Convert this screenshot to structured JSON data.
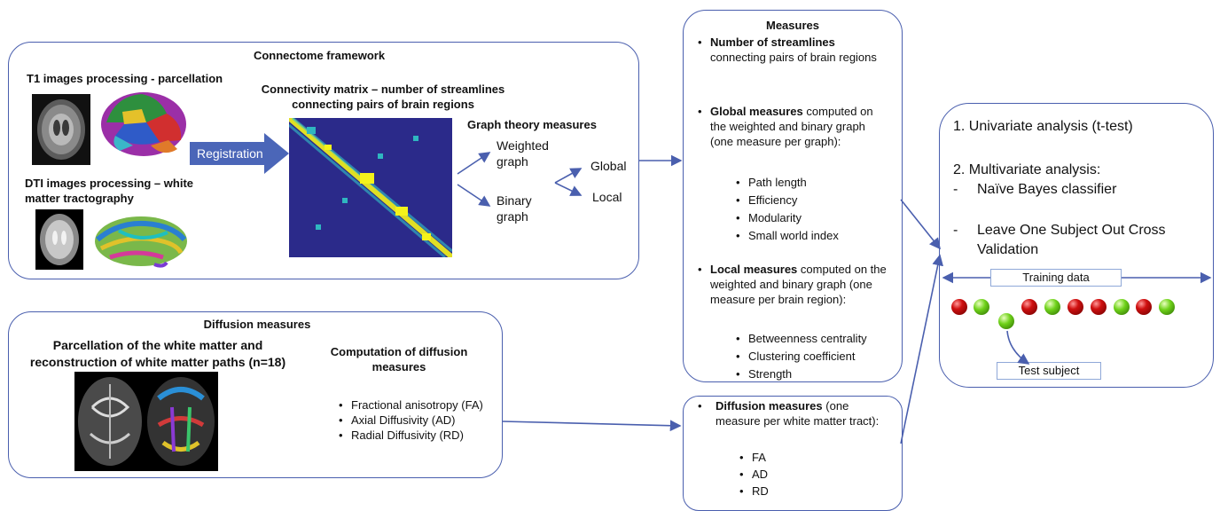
{
  "connectome": {
    "title": "Connectome framework",
    "t1_title": "T1 images processing - parcellation",
    "dti_title": "DTI images processing – white matter tractography",
    "registration": "Registration",
    "matrix_title": "Connectivity matrix – number of streamlines connecting pairs of brain regions",
    "graph_title": "Graph theory measures",
    "weighted": "Weighted graph",
    "binary": "Binary graph",
    "global": "Global",
    "local": "Local"
  },
  "diffusion": {
    "title": "Diffusion measures",
    "parcellation_title": "Parcellation of the white matter and reconstruction of white matter paths (n=18)",
    "computation_title": "Computation of diffusion measures",
    "items": [
      "Fractional anisotropy (FA)",
      "Axial Diffusivity (AD)",
      "Radial Diffusivity (RD)"
    ]
  },
  "measures": {
    "title": "Measures",
    "streamlines_bold": "Number of streamlines",
    "streamlines_rest": "connecting pairs of brain regions",
    "global_bold": "Global measures",
    "global_rest": "computed on the weighted and binary graph (one measure per graph):",
    "global_items": [
      "Path length",
      "Efficiency",
      "Modularity",
      "Small world index"
    ],
    "local_bold": "Local measures",
    "local_rest": "computed on the weighted and binary graph (one measure per brain region):",
    "local_items": [
      "Betweenness centrality",
      "Clustering coefficient",
      "Strength"
    ]
  },
  "diffusion_measures": {
    "bold": "Diffusion measures",
    "rest": "(one measure per white matter tract):",
    "items": [
      "FA",
      "AD",
      "RD"
    ]
  },
  "analysis": {
    "univariate": "1. Univariate analysis (t-test)",
    "multivariate": "2. Multivariate analysis:",
    "items": [
      "Naïve Bayes classifier",
      "Leave One Subject Out Cross Validation"
    ],
    "training": "Training data",
    "test": "Test subject",
    "balls_top": [
      "red",
      "green",
      "red",
      "green",
      "red",
      "red",
      "green",
      "red",
      "green"
    ],
    "balls_low": [
      "green"
    ]
  },
  "colors": {
    "border": "#4a5fae",
    "arrow": "#4a5fae",
    "registration_arrow": "#4b66b8",
    "matrix_bg": "#2b2a8a",
    "matrix_hi": "#f4f31a"
  }
}
